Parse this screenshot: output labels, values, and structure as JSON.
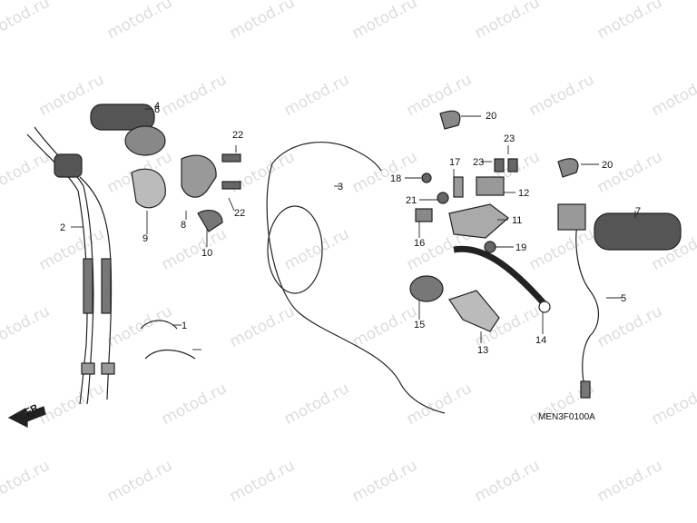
{
  "watermark": "motod.ru",
  "diagram_code": "MEN3F0100A",
  "front_marker": "FR.",
  "callouts": [
    "1",
    "2",
    "3",
    "4",
    "5",
    "6",
    "7",
    "8",
    "9",
    "10",
    "11",
    "12",
    "13",
    "14",
    "15",
    "16",
    "17",
    "18",
    "19",
    "20",
    "20",
    "21",
    "22",
    "22",
    "23",
    "23"
  ]
}
